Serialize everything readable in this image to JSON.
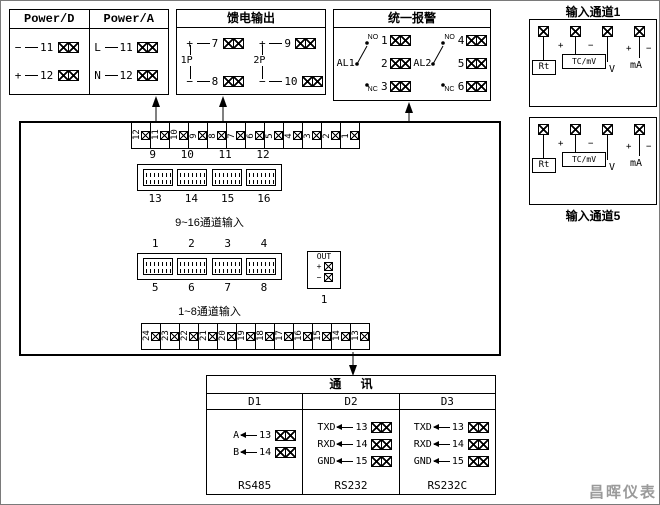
{
  "power": {
    "d_title": "Power/D",
    "a_title": "Power/A",
    "d_rows": [
      {
        "sign": "−",
        "num": "11"
      },
      {
        "sign": "+",
        "num": "12"
      }
    ],
    "a_rows": [
      {
        "sign": "L",
        "num": "11"
      },
      {
        "sign": "N",
        "num": "12"
      }
    ]
  },
  "feed": {
    "title": "馈电输出",
    "plus": "+",
    "minus": "−",
    "groups": [
      {
        "label": "1P",
        "plus_num": "7",
        "minus_num": "8"
      },
      {
        "label": "2P",
        "plus_num": "9",
        "minus_num": "10"
      }
    ]
  },
  "alarm": {
    "title": "统一报警",
    "no_label": "NO",
    "nc_label": "NC",
    "groups": [
      {
        "label": "AL1",
        "nums": [
          "1",
          "2",
          "3"
        ]
      },
      {
        "label": "AL2",
        "nums": [
          "4",
          "5",
          "6"
        ]
      }
    ]
  },
  "inputs": {
    "ch1_label": "输入通道1",
    "ch5_label": "输入通道5",
    "rt": "Rt",
    "tcmv": "TC/mV",
    "v": "V",
    "ma": "mA",
    "plus": "+",
    "minus": "−"
  },
  "board": {
    "top_terms": [
      "12",
      "11",
      "10",
      "9",
      "8",
      "7",
      "6",
      "5",
      "4",
      "3",
      "2",
      "1"
    ],
    "bottom_terms": [
      "24",
      "23",
      "22",
      "21",
      "20",
      "19",
      "18",
      "17",
      "16",
      "15",
      "14",
      "13"
    ],
    "conn916": {
      "top": [
        "9",
        "10",
        "11",
        "12"
      ],
      "bottom": [
        "13",
        "14",
        "15",
        "16"
      ],
      "caption": "9~16通道输入"
    },
    "conn18": {
      "top": [
        "1",
        "2",
        "3",
        "4"
      ],
      "bottom": [
        "5",
        "6",
        "7",
        "8"
      ],
      "caption": "1~8通道输入"
    },
    "out": {
      "label": "OUT",
      "plus": "+",
      "minus": "−",
      "caption": "1"
    }
  },
  "comm": {
    "title": "通 讯",
    "cols": [
      {
        "header": "D1",
        "footer": "RS485",
        "rows": [
          {
            "label": "A",
            "num": "13"
          },
          {
            "label": "B",
            "num": "14"
          }
        ]
      },
      {
        "header": "D2",
        "footer": "RS232",
        "rows": [
          {
            "label": "TXD",
            "num": "13"
          },
          {
            "label": "RXD",
            "num": "14"
          },
          {
            "label": "GND",
            "num": "15"
          }
        ]
      },
      {
        "header": "D3",
        "footer": "RS232C",
        "rows": [
          {
            "label": "TXD",
            "num": "13"
          },
          {
            "label": "RXD",
            "num": "14"
          },
          {
            "label": "GND",
            "num": "15"
          }
        ]
      }
    ]
  },
  "watermark": "昌晖仪表"
}
